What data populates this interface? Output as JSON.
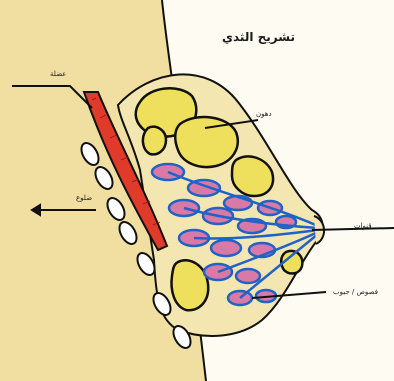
{
  "title": "تشريح الثدي",
  "labels": {
    "muscle": "عضلة",
    "ribs": "ضلوع",
    "fat": "دهون",
    "ducts": "قنوات",
    "lobes": "فصوص / جيوب"
  },
  "colors": {
    "background": "#fdfbf2",
    "chest_wall": "#f0dfa0",
    "tissue": "#f4e6b0",
    "outline": "#111111",
    "muscle": "#e03a2a",
    "fat": "#eedf5c",
    "ducts": "#1f63c8",
    "lobules": "#d97aa6",
    "ribs": "#ffffff"
  }
}
